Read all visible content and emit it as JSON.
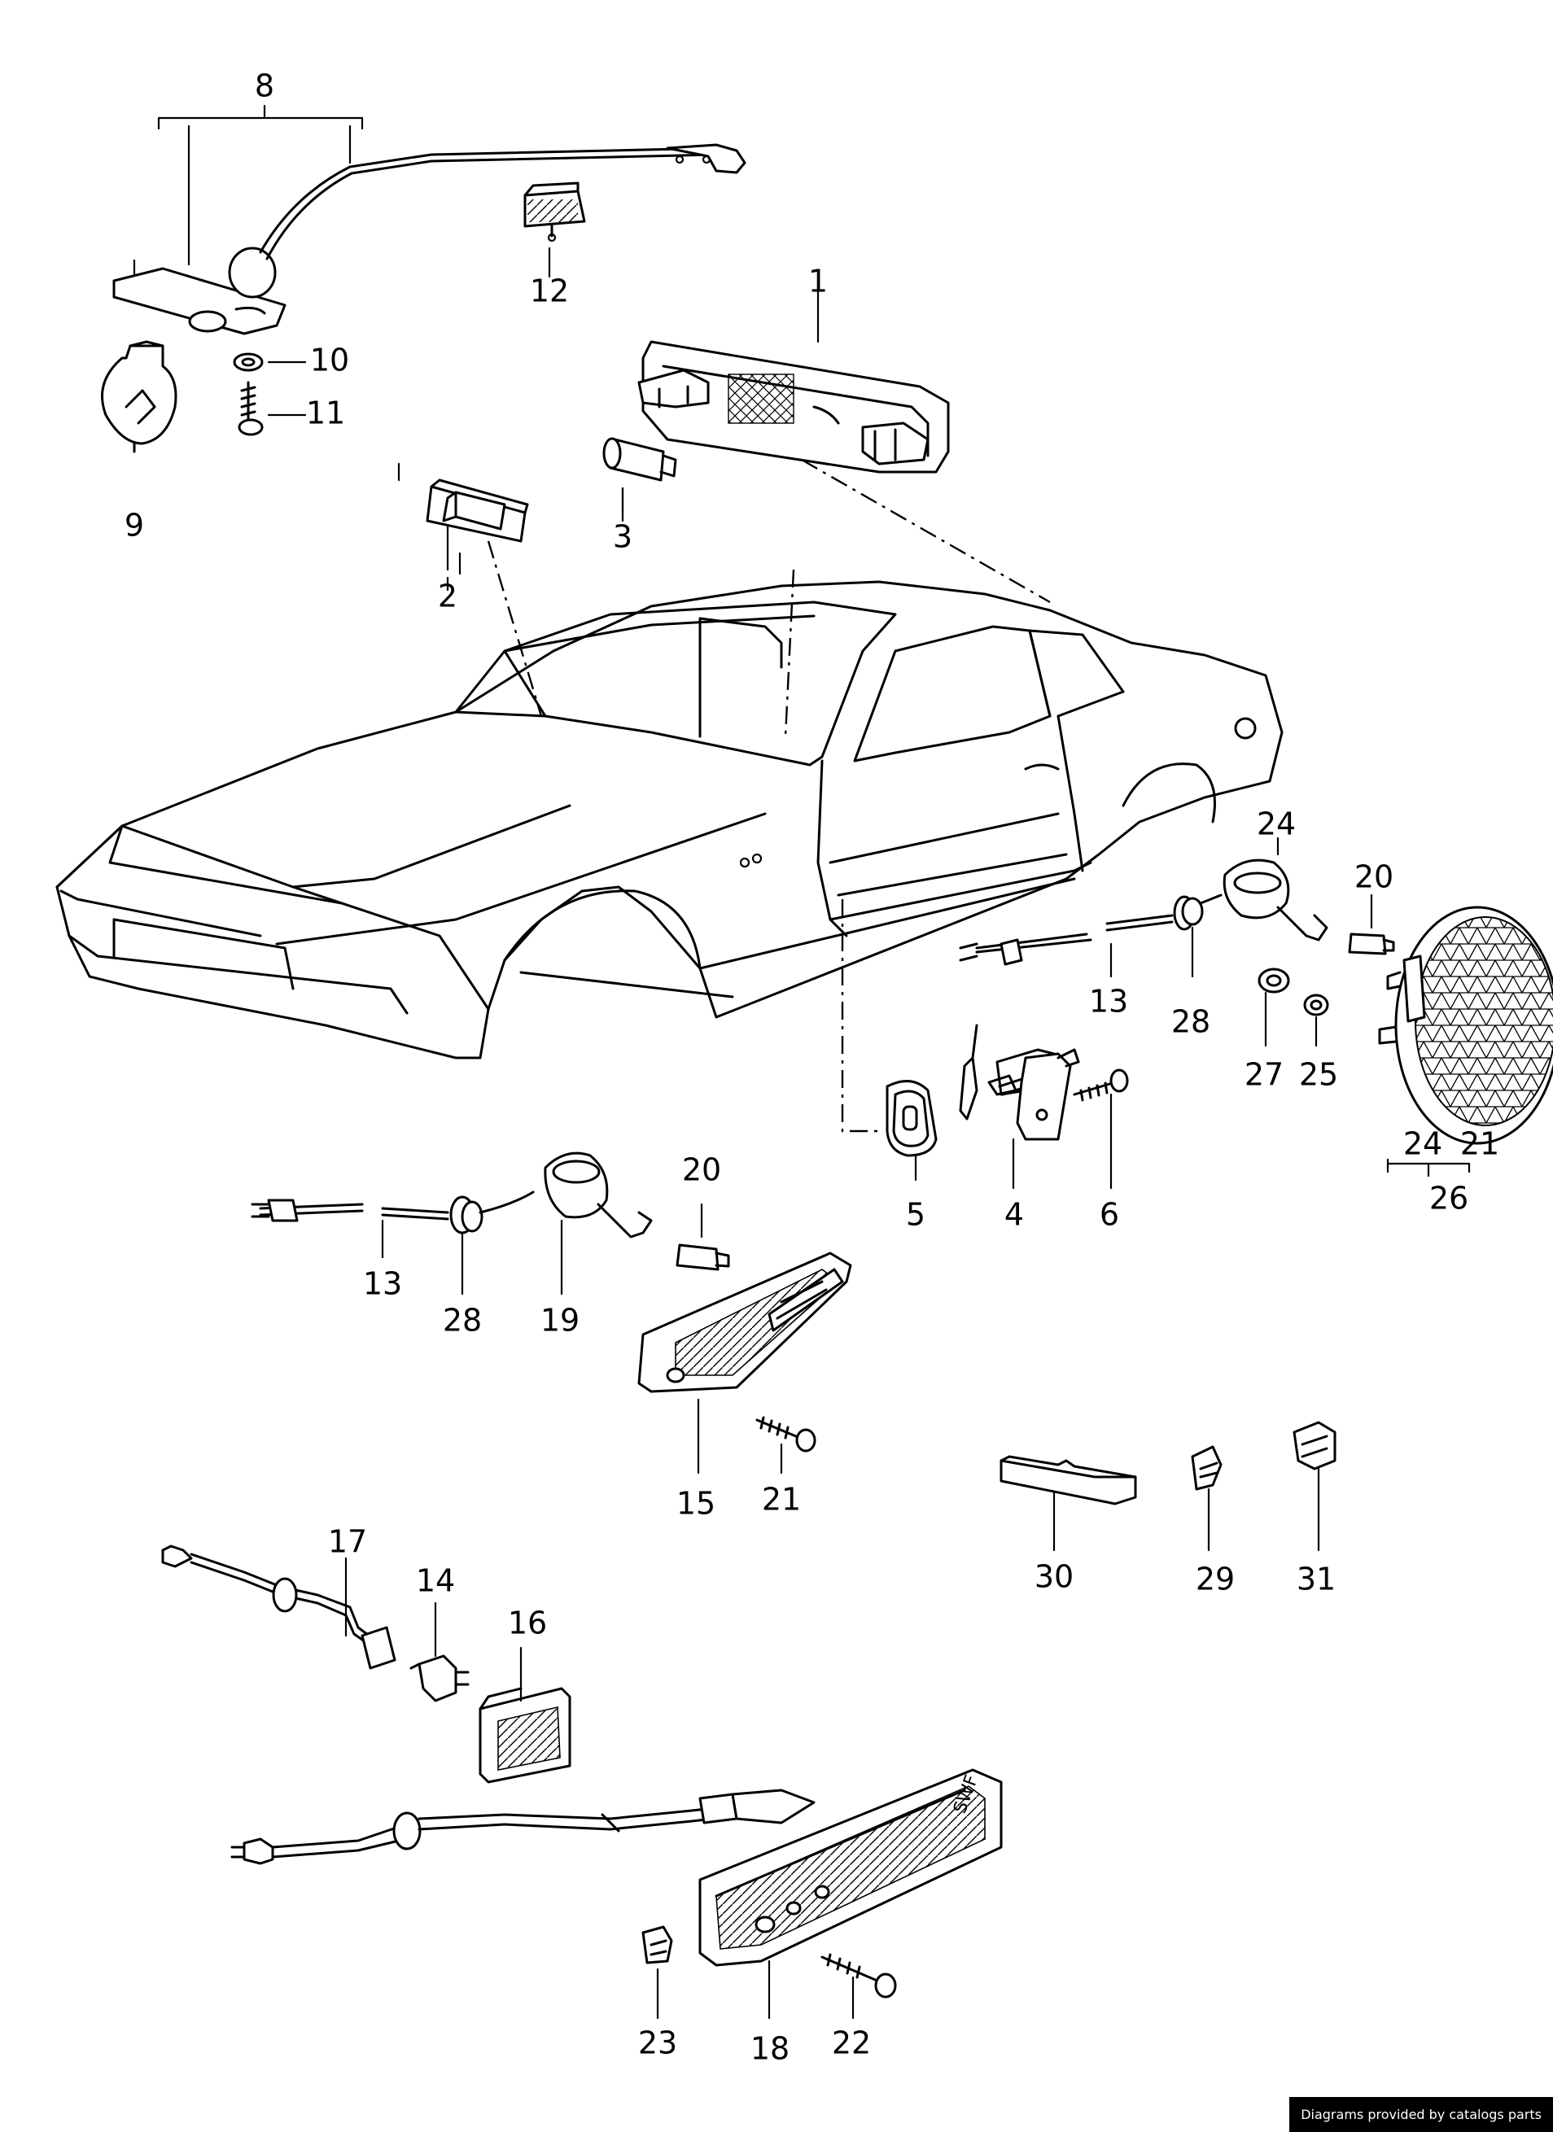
{
  "diagram": {
    "labels": [
      "1",
      "2",
      "3",
      "4",
      "5",
      "6",
      "8",
      "9",
      "10",
      "11",
      "12",
      "13",
      "13",
      "14",
      "15",
      "16",
      "17",
      "18",
      "19",
      "20",
      "20",
      "21",
      "21",
      "22",
      "23",
      "24",
      "24",
      "25",
      "26",
      "27",
      "28",
      "28",
      "29",
      "30",
      "31"
    ]
  },
  "footer": {
    "text": "Diagrams provided by catalogs parts"
  }
}
